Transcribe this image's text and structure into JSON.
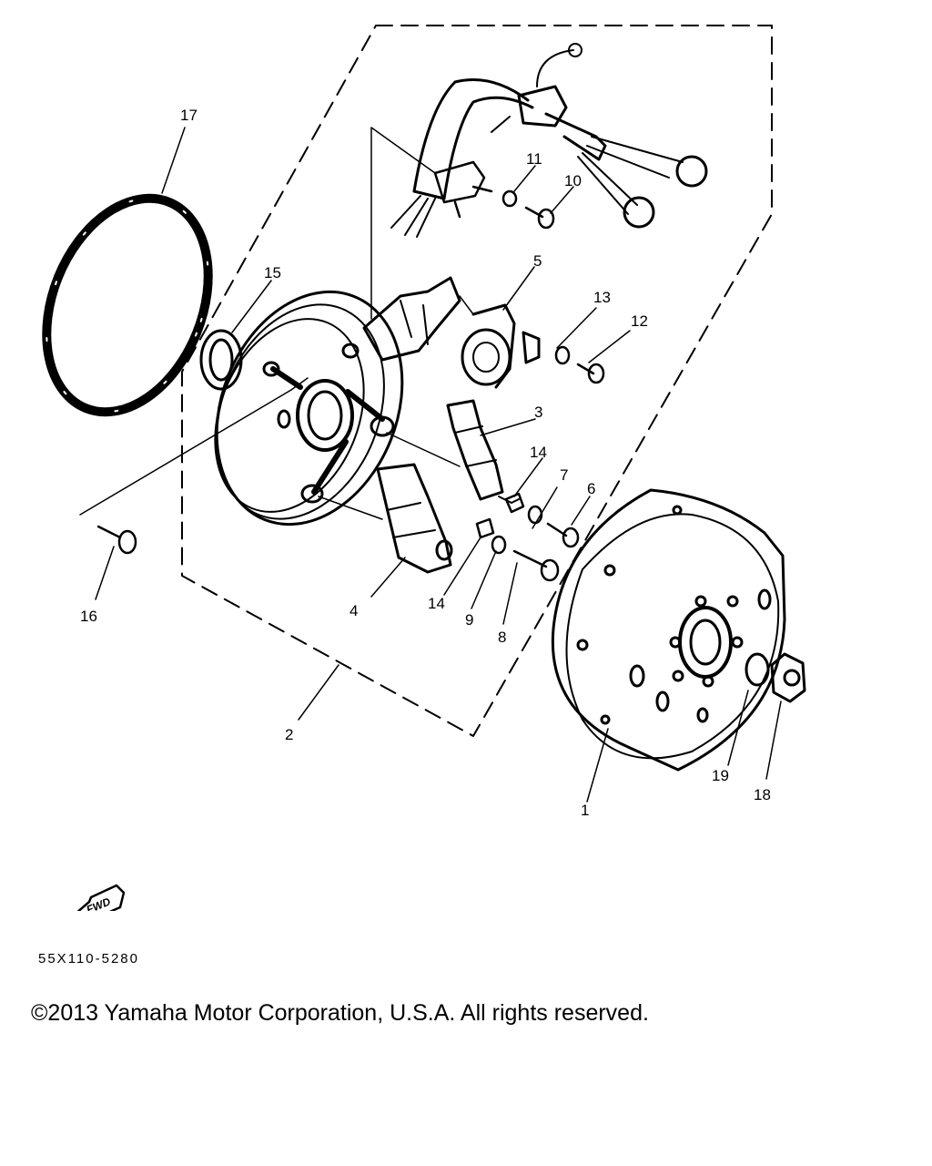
{
  "diagram": {
    "callouts": [
      "1",
      "2",
      "3",
      "4",
      "5",
      "6",
      "7",
      "8",
      "9",
      "10",
      "11",
      "12",
      "13",
      "14",
      "14",
      "15",
      "16",
      "17",
      "18",
      "19"
    ],
    "fwd_label": "FWD",
    "code": "55X110-5280"
  },
  "footer": {
    "copyright": "©2013 Yamaha Motor Corporation, U.S.A. All rights reserved."
  }
}
